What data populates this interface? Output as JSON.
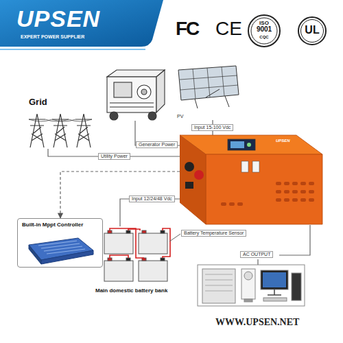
{
  "diagram": {
    "nodes": [
      {
        "text": [
          "Grid"
        ]
      },
      {
        "text": [
          "PV"
        ]
      },
      {
        "text": [
          "UPSEN"
        ]
      },
      {
        "text": [
          "Built-in Mppt Controller"
        ]
      },
      {
        "text": [
          "Main domestic battery bank"
        ]
      }
    ],
    "edges": [
      {
        "from": 0,
        "to": 2,
        "label": "Utility Power",
        "arrow": "none"
      },
      {
        "from": 1,
        "to": 2,
        "label": "Input 15-100 Vdc",
        "arrow": "none"
      },
      {
        "from": 2,
        "to": 3,
        "arrow": "to"
      },
      {
        "from": 4,
        "to": 2,
        "label": "Input 12/24/48 Vdc",
        "arrow": "none"
      }
    ],
    "labels": [
      "UPSEN",
      "EXPERT POWER SUPPLIER",
      "FC",
      "CE",
      "ISO",
      "9001",
      "CQC",
      "UL",
      "Generator Power",
      "Battery Temperature Sensor",
      "AC OUTPUT",
      "WWW.UPSEN.NET"
    ]
  }
}
